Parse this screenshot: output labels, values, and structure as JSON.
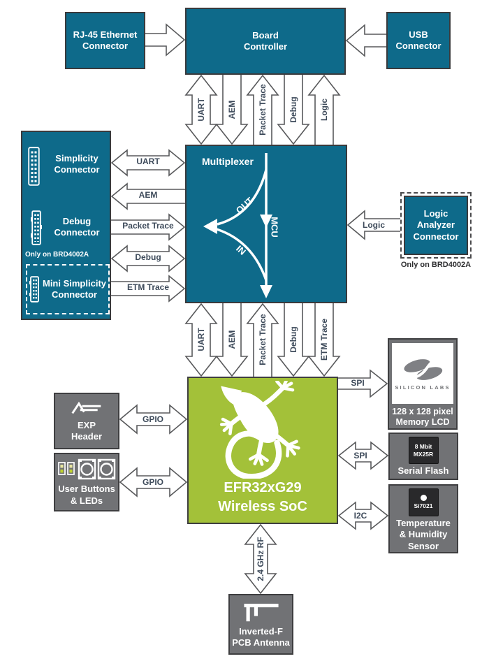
{
  "diagram": {
    "colors": {
      "teal": "#0e6a8a",
      "green": "#a3c139",
      "gray": "#717275",
      "bus_label": "#3d4a5a",
      "led_top": "#e8e6a0",
      "led_bottom": "#bfd22e"
    },
    "nodes": {
      "rj45": {
        "lines": [
          "RJ-45 Ethernet",
          "Connector"
        ]
      },
      "board_controller": {
        "lines": [
          "Board",
          "Controller"
        ]
      },
      "usb": {
        "lines": [
          "USB",
          "Connector"
        ]
      },
      "simplicity": {
        "lines": [
          "Simplicity",
          "Connector"
        ]
      },
      "debug_conn": {
        "lines": [
          "Debug",
          "Connector"
        ]
      },
      "left_panel_note": "Only on BRD4002A",
      "mini_simplicity": {
        "lines": [
          "Mini Simplicity",
          "Connector"
        ]
      },
      "multiplexer": {
        "label": "Multiplexer",
        "out": "OUT",
        "in": "IN",
        "mcu": "MCU"
      },
      "logic_analyzer": {
        "lines": [
          "Logic",
          "Analyzer",
          "Connector"
        ],
        "note": "Only on BRD4002A"
      },
      "soc": {
        "lines": [
          "EFR32xG29",
          "Wireless SoC"
        ]
      },
      "exp_header": {
        "lines": [
          "EXP",
          "Header"
        ]
      },
      "user_buttons": {
        "lines": [
          "User Buttons",
          "& LEDs"
        ]
      },
      "lcd": {
        "logo_text": "SILICON LABS",
        "lines": [
          "128 x 128 pixel",
          "Memory LCD"
        ]
      },
      "serial_flash": {
        "chip_lines": [
          "8 Mbit",
          "MX25R"
        ],
        "label": "Serial Flash"
      },
      "si7021": {
        "chip_label": "Si7021",
        "lines": [
          "Temperature",
          "& Humidity",
          "Sensor"
        ]
      },
      "antenna": {
        "lines": [
          "Inverted-F",
          "PCB Antenna"
        ]
      }
    },
    "buses": {
      "top_uart": "UART",
      "top_aem": "AEM",
      "top_packet": "Packet Trace",
      "top_debug": "Debug",
      "top_logic": "Logic",
      "left_uart": "UART",
      "left_aem": "AEM",
      "left_packet": "Packet Trace",
      "left_debug": "Debug",
      "left_etm": "ETM Trace",
      "la_logic": "Logic",
      "bot_uart": "UART",
      "bot_aem": "AEM",
      "bot_packet": "Packet Trace",
      "bot_debug": "Debug",
      "bot_etm": "ETM Trace",
      "spi_lcd": "SPI",
      "spi_flash": "SPI",
      "i2c": "I2C",
      "gpio_exp": "GPIO",
      "gpio_btn": "GPIO",
      "rf": "2.4 GHz RF"
    }
  }
}
